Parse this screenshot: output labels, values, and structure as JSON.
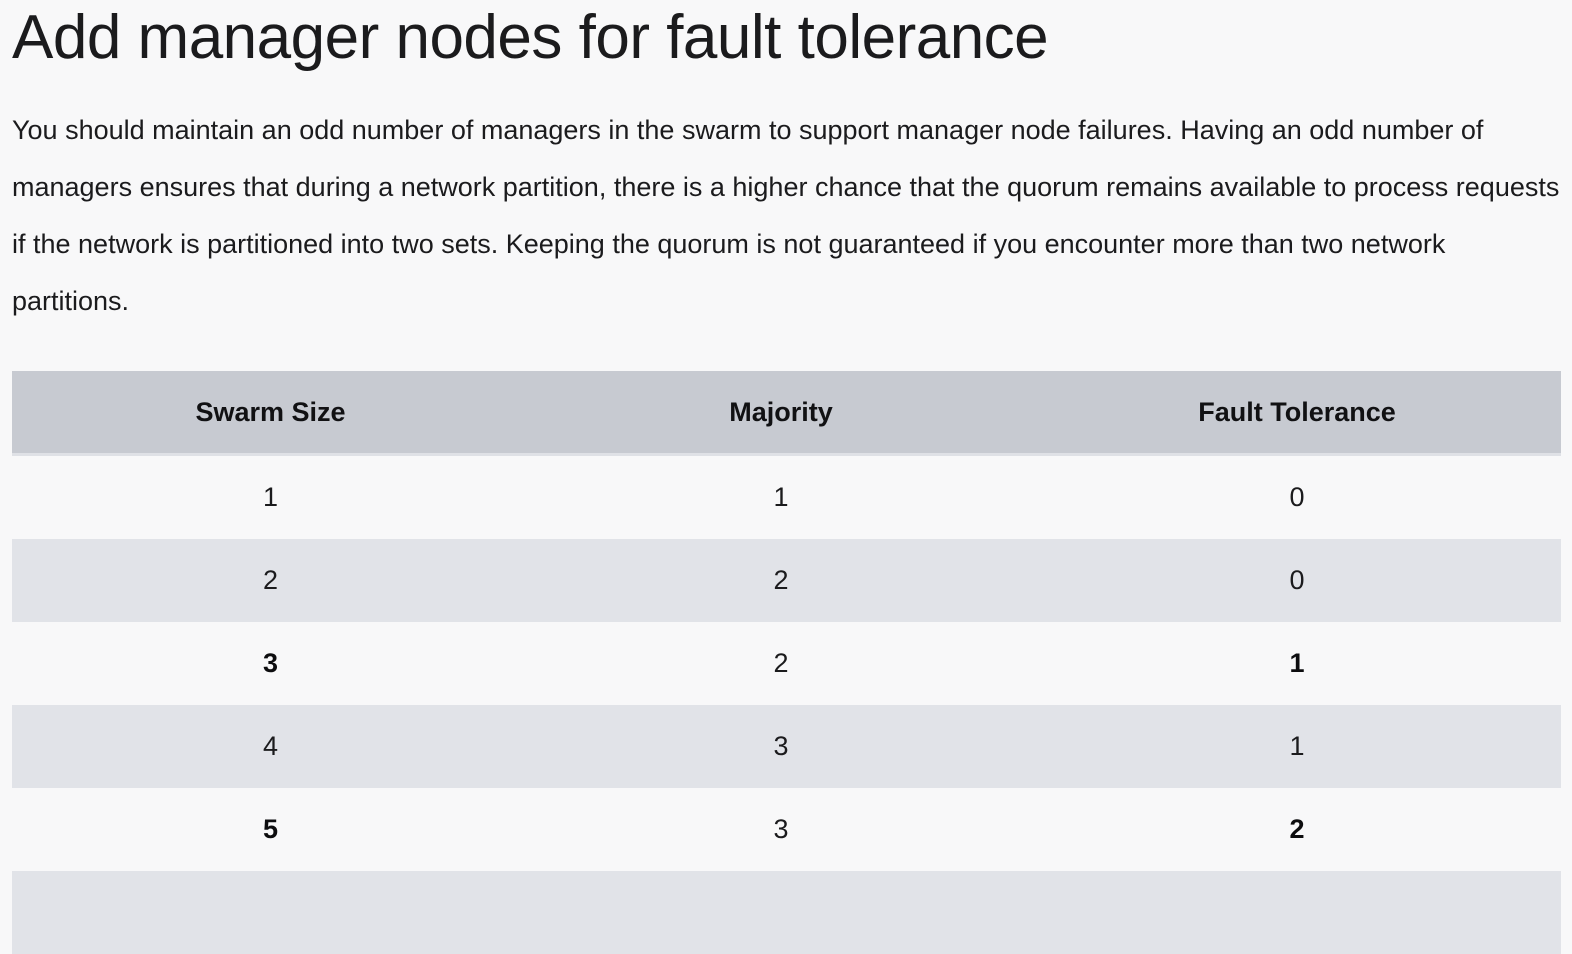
{
  "page": {
    "title": "Add manager nodes for fault tolerance",
    "paragraph": "You should maintain an odd number of managers in the swarm to support manager node failures. Having an odd number of managers ensures that during a network partition, there is a higher chance that the quorum remains available to process requests if the network is partitioned into two sets. Keeping the quorum is not guaranteed if you encounter more than two network partitions."
  },
  "colors": {
    "page_background": "#f8f8f9",
    "table_header_background": "#c7cad1",
    "row_odd_background": "#f8f8f9",
    "row_even_background": "#e1e3e8",
    "header_divider": "#dfe1e6",
    "text": "#1b1b1d"
  },
  "table": {
    "headers": [
      "Swarm Size",
      "Majority",
      "Fault Tolerance"
    ],
    "rows": [
      {
        "swarm_size": "1",
        "majority": "1",
        "fault_tolerance": "0",
        "emphasis": false
      },
      {
        "swarm_size": "2",
        "majority": "2",
        "fault_tolerance": "0",
        "emphasis": false
      },
      {
        "swarm_size": "3",
        "majority": "2",
        "fault_tolerance": "1",
        "emphasis": true
      },
      {
        "swarm_size": "4",
        "majority": "3",
        "fault_tolerance": "1",
        "emphasis": false
      },
      {
        "swarm_size": "5",
        "majority": "3",
        "fault_tolerance": "2",
        "emphasis": true
      },
      {
        "swarm_size": "",
        "majority": "",
        "fault_tolerance": "",
        "emphasis": false
      }
    ]
  }
}
